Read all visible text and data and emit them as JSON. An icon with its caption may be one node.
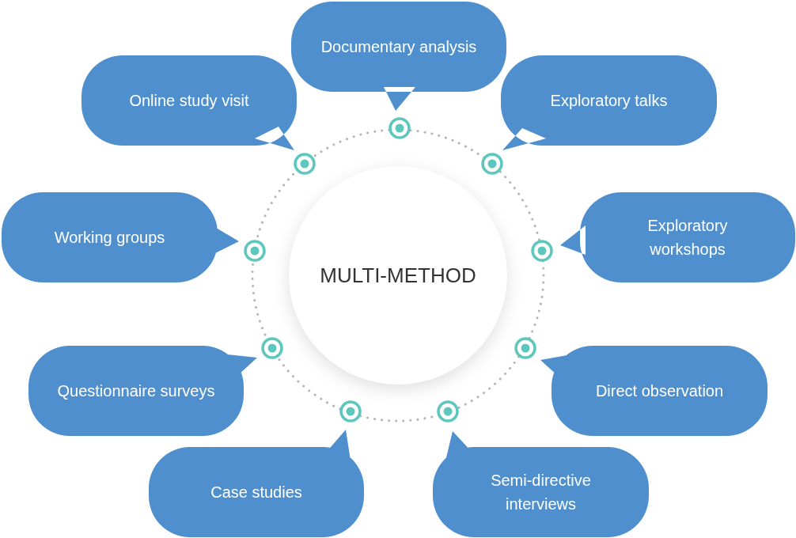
{
  "diagram": {
    "nodes": [
      {
        "text": [
          "MULTI-METHOD"
        ]
      },
      {
        "text": [
          "Documentary analysis"
        ]
      },
      {
        "text": [
          "Online study visit"
        ]
      },
      {
        "text": [
          "Exploratory talks"
        ]
      },
      {
        "text": [
          "Working groups"
        ]
      },
      {
        "text": [
          "Exploratory workshops"
        ]
      },
      {
        "text": [
          "Questionnaire surveys"
        ]
      },
      {
        "text": [
          "Direct observation"
        ]
      },
      {
        "text": [
          "Case studies"
        ]
      },
      {
        "text": [
          "Semi-directive interviews"
        ]
      }
    ]
  }
}
